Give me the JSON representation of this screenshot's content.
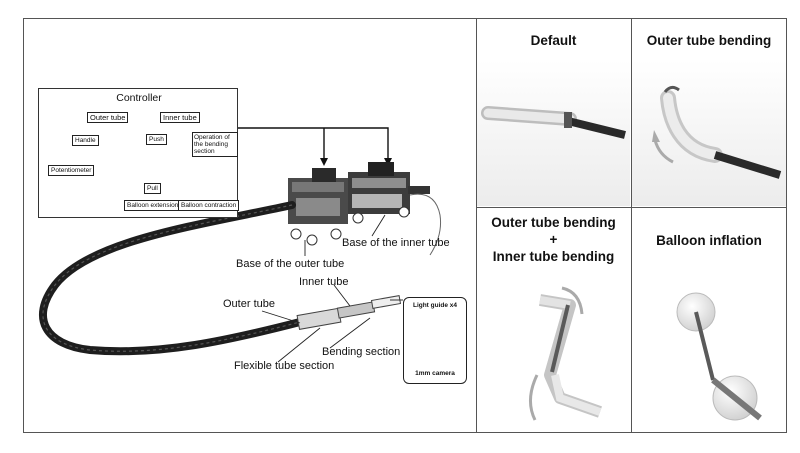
{
  "controller": {
    "title": "Controller",
    "outer_tube": "Outer tube",
    "inner_tube": "Inner tube",
    "handle": "Handle",
    "push": "Push",
    "pull": "Pull",
    "potentiometer": "Potentiometer",
    "operation": "Operation of the bending section",
    "balloon_extension": "Balloon extension",
    "balloon_contraction": "Balloon contraction"
  },
  "device": {
    "base_outer": "Base of the outer tube",
    "base_inner": "Base of the inner tube",
    "outer_tube": "Outer tube",
    "inner_tube": "Inner tube",
    "flexible_section": "Flexible tube section",
    "bending_section": "Bending section"
  },
  "inset": {
    "light_guide": "Light guide x4",
    "camera": "1mm camera"
  },
  "panels": {
    "default": "Default",
    "outer_bending": "Outer tube bending",
    "combined_line1": "Outer tube bending",
    "combined_plus": "+",
    "combined_line2": "Inner tube bending",
    "balloon": "Balloon inflation"
  }
}
